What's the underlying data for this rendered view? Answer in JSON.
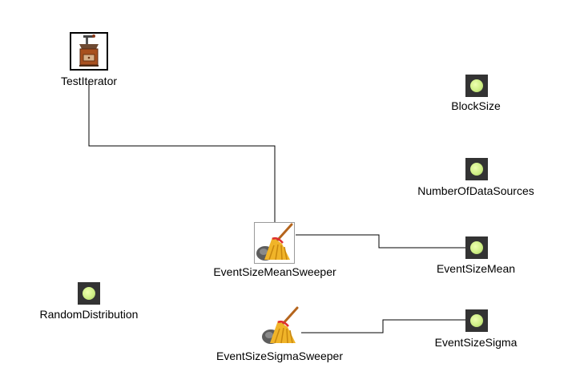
{
  "colors": {
    "wire": "#000000",
    "param_bg": "#333333",
    "param_dot": "#cfef86",
    "iterator_frame": "#000000"
  },
  "nodes": {
    "test_iterator": {
      "label": "TestIterator",
      "icon": "coffee-grinder-icon"
    },
    "block_size": {
      "label": "BlockSize",
      "icon": "parameter-icon"
    },
    "number_of_data_sources": {
      "label": "NumberOfDataSources",
      "icon": "parameter-icon"
    },
    "event_size_mean_sweeper": {
      "label": "EventSizeMeanSweeper",
      "icon": "broom-icon"
    },
    "event_size_mean": {
      "label": "EventSizeMean",
      "icon": "parameter-icon"
    },
    "random_distribution": {
      "label": "RandomDistribution",
      "icon": "parameter-icon"
    },
    "event_size_sigma_sweeper": {
      "label": "EventSizeSigmaSweeper",
      "icon": "broom-icon"
    },
    "event_size_sigma": {
      "label": "EventSizeSigma",
      "icon": "parameter-icon"
    }
  },
  "connections": [
    {
      "from": "TestIterator",
      "to": "EventSizeMeanSweeper"
    },
    {
      "from": "EventSizeMeanSweeper",
      "to": "EventSizeMean"
    },
    {
      "from": "EventSizeSigmaSweeper",
      "to": "EventSizeSigma"
    }
  ]
}
